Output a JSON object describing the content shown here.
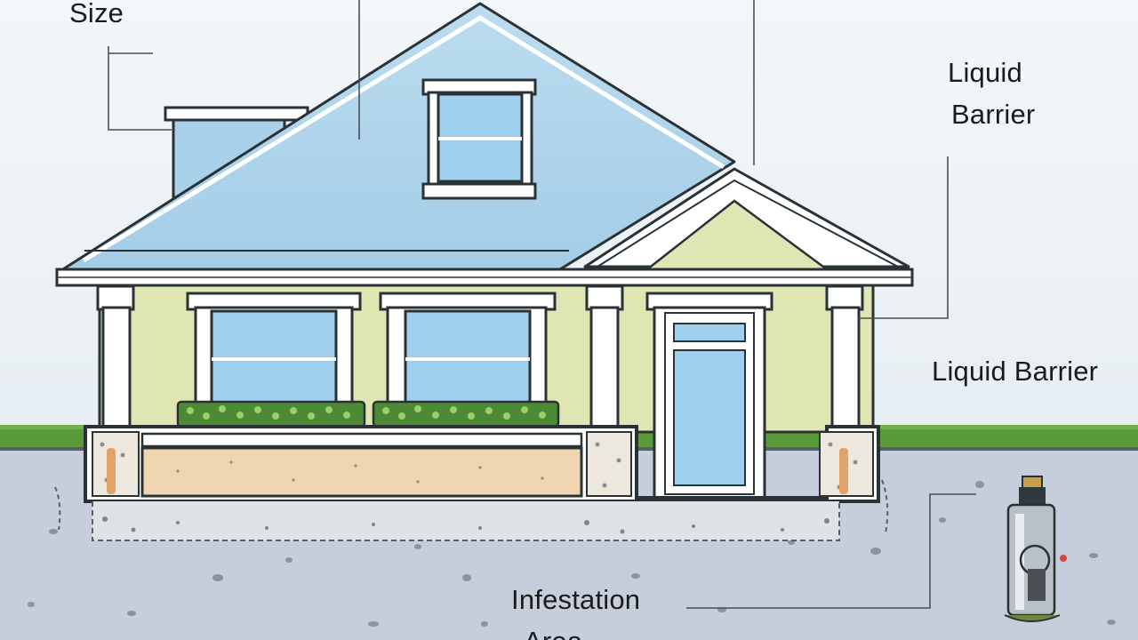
{
  "labels": {
    "size": "Size",
    "liquid_barrier_upper": [
      "Liquid",
      "Barrier"
    ],
    "liquid_barrier_side": "Liquid Barrier",
    "infestation_area": [
      "Infestation",
      "Area"
    ]
  },
  "colors": {
    "sky": "#eef3f6",
    "roof": "#a9d2ea",
    "siding": "#dfe5b3",
    "trim": "#ffffff",
    "outline": "#2a3236",
    "glass": "#9fd1ef",
    "grass": "#5a9a3b",
    "soil": "#c6cedb",
    "planter_fill": "#f0d6b0",
    "leader_line": "#4a4f54"
  }
}
